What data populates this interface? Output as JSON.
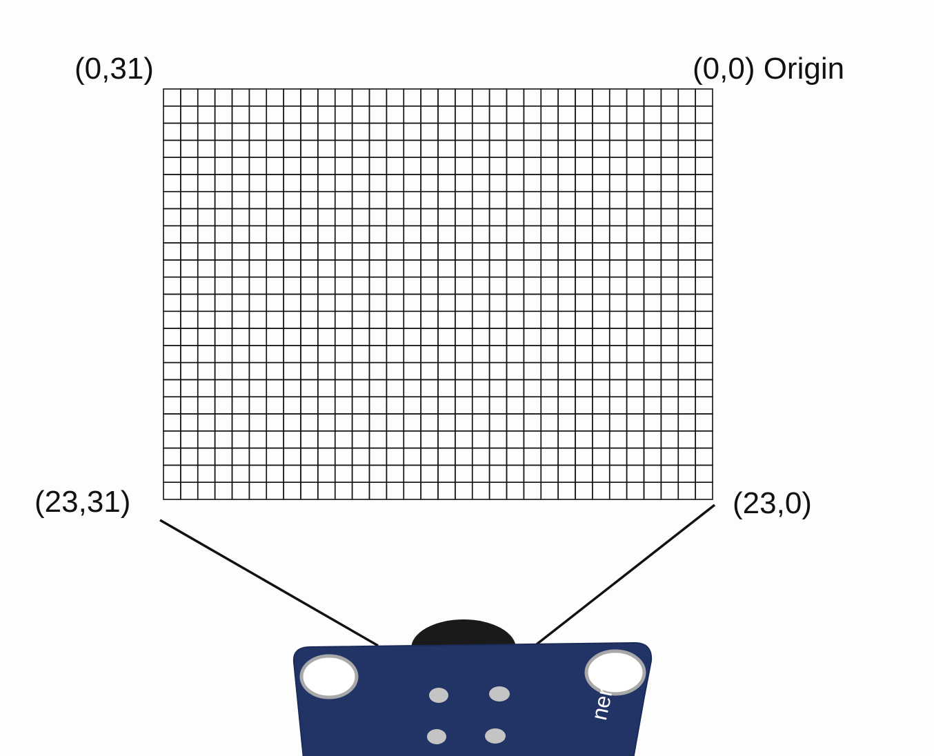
{
  "grid": {
    "rows": 24,
    "columns": 32
  },
  "labels": {
    "top_left": "(0,31)",
    "top_right": "(0,0) Origin",
    "bottom_left": "(23,31)",
    "bottom_right": "(23,0)"
  },
  "camera_board": {
    "text": "nera",
    "colors": {
      "board": "#223366",
      "lens": "#1a1a1a",
      "hole_ring": "#a8a8a8",
      "pad": "#c4c4c4"
    }
  },
  "colors": {
    "grid_line": "#111111",
    "background": "#fdfdfd"
  }
}
